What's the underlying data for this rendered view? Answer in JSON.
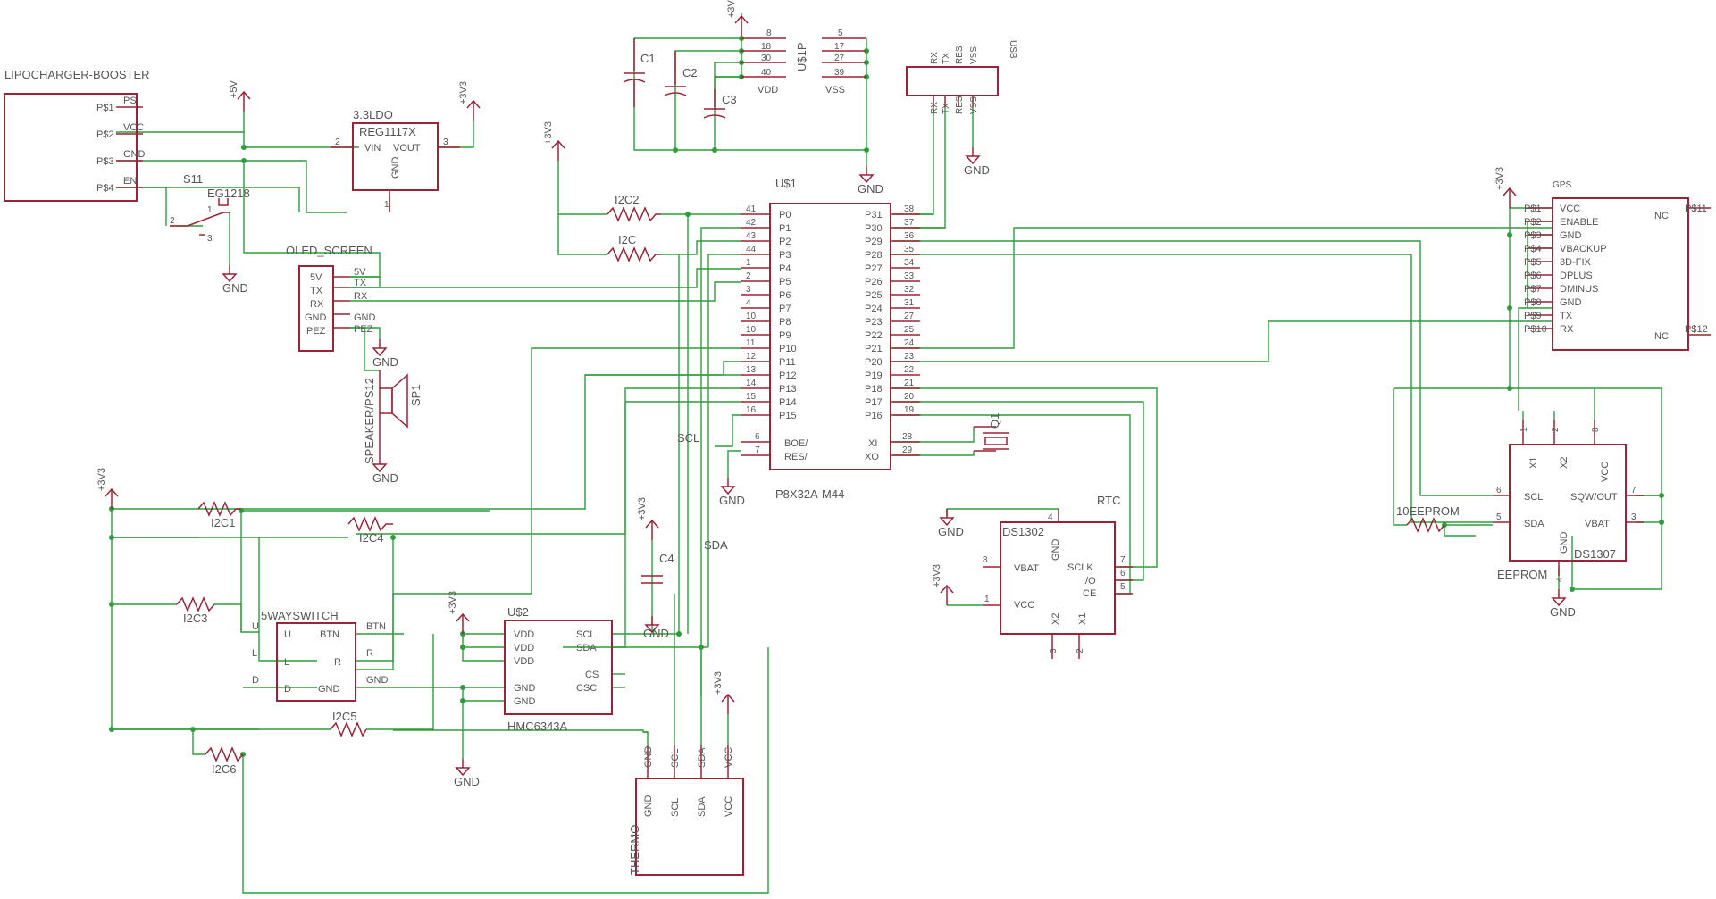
{
  "parts": {
    "lipo": {
      "name": "LIPOCHARGER-BOOSTER",
      "pins": [
        "P$1",
        "P$2",
        "P$3",
        "P$4"
      ],
      "nets": [
        "PS",
        "VCC",
        "GND",
        "EN"
      ]
    },
    "ldo": {
      "name": "3.3LDO",
      "value": "REG1117X",
      "vin": "VIN",
      "vout": "VOUT",
      "gnd": "GND",
      "p1": "1",
      "p2": "2",
      "p3": "3"
    },
    "oled": {
      "name": "OLED_SCREEN",
      "pins": [
        "5V",
        "TX",
        "RX",
        "GND",
        "PEZ"
      ]
    },
    "switch": {
      "name": "S11",
      "value": "EG1218",
      "pins": [
        "1",
        "2",
        "3"
      ]
    },
    "speaker": {
      "name": "SPEAKER/PS12",
      "ref": "SP1"
    },
    "caps": {
      "c1": "C1",
      "c2": "C2",
      "c3": "C3",
      "c4": "C4"
    },
    "u1p": {
      "name": "U$1P",
      "vdd": "VDD",
      "vss": "VSS",
      "vdd_pins": [
        "8",
        "18",
        "30",
        "40"
      ],
      "vss_pins": [
        "5",
        "17",
        "27",
        "39"
      ]
    },
    "usb": {
      "name": "USB",
      "pins": [
        "RX",
        "TX",
        "RES",
        "VSS"
      ],
      "pins_top": [
        "RX",
        "TX",
        "RES",
        "VSS"
      ]
    },
    "mcu": {
      "name": "U$1",
      "value": "P8X32A-M44",
      "left_pins": [
        {
          "num": "41",
          "name": "P0"
        },
        {
          "num": "42",
          "name": "P1"
        },
        {
          "num": "43",
          "name": "P2"
        },
        {
          "num": "44",
          "name": "P3"
        },
        {
          "num": "1",
          "name": "P4"
        },
        {
          "num": "2",
          "name": "P5"
        },
        {
          "num": "3",
          "name": "P6"
        },
        {
          "num": "4",
          "name": "P7"
        },
        {
          "num": "10",
          "name": "P8"
        },
        {
          "num": "10",
          "name": "P9"
        },
        {
          "num": "11",
          "name": "P10"
        },
        {
          "num": "12",
          "name": "P11"
        },
        {
          "num": "13",
          "name": "P12"
        },
        {
          "num": "14",
          "name": "P13"
        },
        {
          "num": "15",
          "name": "P14"
        },
        {
          "num": "16",
          "name": "P15"
        }
      ],
      "right_pins": [
        {
          "num": "38",
          "name": "P31"
        },
        {
          "num": "37",
          "name": "P30"
        },
        {
          "num": "36",
          "name": "P29"
        },
        {
          "num": "35",
          "name": "P28"
        },
        {
          "num": "34",
          "name": "P27"
        },
        {
          "num": "33",
          "name": "P26"
        },
        {
          "num": "32",
          "name": "P25"
        },
        {
          "num": "31",
          "name": "P24"
        },
        {
          "num": "27",
          "name": "P23"
        },
        {
          "num": "25",
          "name": "P22"
        },
        {
          "num": "24",
          "name": "P21"
        },
        {
          "num": "23",
          "name": "P20"
        },
        {
          "num": "22",
          "name": "P19"
        },
        {
          "num": "21",
          "name": "P18"
        },
        {
          "num": "20",
          "name": "P17"
        },
        {
          "num": "19",
          "name": "P16"
        }
      ],
      "boe": {
        "num": "6",
        "name": "BOE/"
      },
      "res": {
        "num": "7",
        "name": "RES/"
      },
      "xi": {
        "num": "28",
        "name": "XI"
      },
      "xo": {
        "num": "29",
        "name": "XO"
      }
    },
    "crystal": "Q1",
    "resistors": {
      "i2c2": "I2C2",
      "i2c": "I2C",
      "i2c1": "I2C1",
      "i2c4": "I2C4",
      "i2c3": "I2C3",
      "i2c5": "I2C5",
      "i2c6": "I2C6",
      "eeprom_r": "10EEPROM"
    },
    "gps": {
      "name": "GPS",
      "pins": [
        {
          "num": "P$1",
          "name": "VCC"
        },
        {
          "num": "P$2",
          "name": "ENABLE"
        },
        {
          "num": "P$3",
          "name": "GND"
        },
        {
          "num": "P$4",
          "name": "VBACKUP"
        },
        {
          "num": "P$5",
          "name": "3D-FIX"
        },
        {
          "num": "P$6",
          "name": "DPLUS"
        },
        {
          "num": "P$7",
          "name": "DMINUS"
        },
        {
          "num": "P$8",
          "name": "GND"
        },
        {
          "num": "P$9",
          "name": "TX"
        },
        {
          "num": "P$10",
          "name": "RX"
        }
      ],
      "nc1": {
        "num": "P$11",
        "name": "NC"
      },
      "nc2": {
        "num": "P$12",
        "name": "NC"
      }
    },
    "rtc": {
      "name": "RTC",
      "value": "DS1302",
      "gnd": "GND",
      "vbat": "VBAT",
      "vcc": "VCC",
      "sclk": "SCLK",
      "io": "I/O",
      "ce": "CE",
      "x2": "X2",
      "x1": "X1",
      "pin_gnd": "4",
      "pin_vbat": "8",
      "pin_vcc": "1",
      "pin_sclk": "7",
      "pin_io": "6",
      "pin_ce": "5",
      "pin_x2": "3",
      "pin_x1": "2"
    },
    "eeprom": {
      "name": "EEPROM",
      "value": "DS1307",
      "x1": "X1",
      "x2": "X2",
      "vcc": "VCC",
      "scl": "SCL",
      "sda": "SDA",
      "sqw": "SQW/OUT",
      "vbat": "VBAT",
      "gnd": "GND",
      "pin_x1": "1",
      "pin_x2": "2",
      "pin_vcc": "8",
      "pin_scl": "6",
      "pin_sda": "5",
      "pin_sqw": "7",
      "pin_vbat": "3",
      "pin_gnd": "4"
    },
    "fiveway": {
      "name": "5WAYSWITCH",
      "left": [
        "U",
        "L",
        "D"
      ],
      "btn": "BTN",
      "r": "R",
      "gnd": "GND",
      "ext_left": [
        "U",
        "L",
        "D"
      ],
      "ext_right": [
        "BTN",
        "R",
        "GND"
      ]
    },
    "mag": {
      "name": "U$2",
      "value": "HMC6343A",
      "left": [
        "VDD",
        "VDD",
        "VDD",
        "GND",
        "GND"
      ],
      "right": [
        "SCL",
        "SDA",
        "CS",
        "CSC"
      ]
    },
    "thermo": {
      "name": "THERMO",
      "pins": [
        "GND",
        "SCL",
        "SDA",
        "VCC"
      ]
    }
  },
  "nets": {
    "v33": "+3V3",
    "v5": "+5V",
    "gnd": "GND",
    "scl": "SCL",
    "sda": "SDA"
  }
}
